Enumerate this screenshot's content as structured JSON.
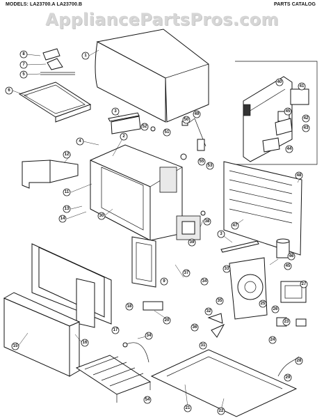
{
  "header": {
    "models": "MODELS: LA23700.A  LA23700.B",
    "catalog": "PARTS CATALOG"
  },
  "watermark": "AppliancePartsPros.com",
  "callouts": [
    "1",
    "2",
    "3",
    "4",
    "5",
    "6",
    "7",
    "8",
    "9",
    "10",
    "11",
    "12",
    "13",
    "14",
    "15",
    "16",
    "17",
    "18",
    "19",
    "20",
    "21",
    "22",
    "23",
    "24",
    "25",
    "26",
    "27",
    "28",
    "29",
    "30",
    "31",
    "32",
    "33",
    "34",
    "35",
    "36",
    "37",
    "38",
    "39",
    "40",
    "41",
    "42",
    "43",
    "44",
    "45",
    "46",
    "47",
    "48",
    "49",
    "50",
    "51",
    "52",
    "53",
    "54",
    "55"
  ]
}
